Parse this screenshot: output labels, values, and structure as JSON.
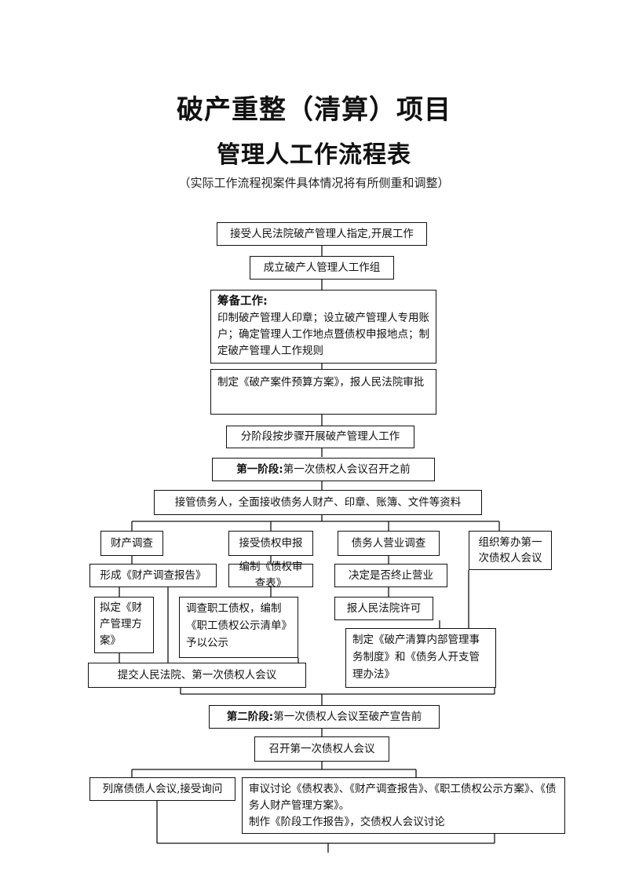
{
  "title_line1": "破产重整（清算）项目",
  "title_line2": "管理人工作流程表",
  "subtitle": "（实际工作流程视案件具体情况将有所侧重和调整）",
  "steps": {
    "accept_appointment": "接受人民法院破产管理人指定,开展工作",
    "form_team": "成立破产人管理人工作组",
    "prep_head": "筹备工作:",
    "prep_body": "印制破产管理人印章；设立破产管理人专用账户；确定管理人工作地点暨债权申报地点；制定破产管理人工作规则",
    "budget": "制定《破产案件预算方案》，报人民法院审批",
    "phased": "分阶段按步骤开展破产管理人工作",
    "phase1_label": "第一阶段:",
    "phase1_text": "第一次债权人会议召开之前",
    "takeover": "接管债务人，全面接收债务人财产、印章、账簿、文件等资料"
  },
  "branches": {
    "property_survey": "财产调查",
    "property_report": "形成《财产调查报告》",
    "property_plan": "拟定《财产管理方案》",
    "claims_accept": "接受债权申报",
    "claims_table": "编制《债权审查表》",
    "employee_claims": "调查职工债权，编制《职工债权公示清单》予以公示",
    "business_survey": "债务人营业调查",
    "stop_business": "决定是否终止营业",
    "court_permit": "报人民法院许可",
    "internal_rules": "制定《破产清算内部管理事务制度》和《债务人开支管理办法》",
    "organize_meeting": "组织筹办第一次债权人会议",
    "submit": "提交人民法院、第一次债权人会议"
  },
  "phase2": {
    "label": "第二阶段:",
    "text": "第一次债权人会议至破产宣告前",
    "convene": "召开第一次债权人会议",
    "attend": "列席债债人会议,接受询问",
    "review": "审议讨论《债权表》、《财产调查报告》、《职工债权公示方案》、《债务人财产管理方案》。",
    "report": "制作《阶段工作报告》，交债权人会议讨论"
  }
}
